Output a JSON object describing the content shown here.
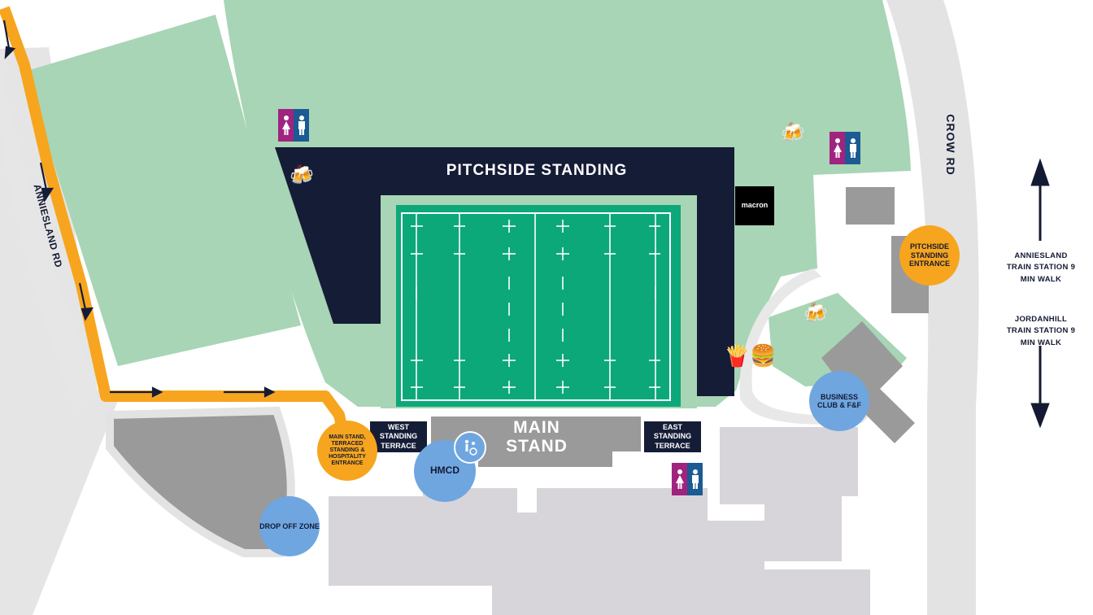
{
  "roads": {
    "anniesland": "ANNIESLAND RD",
    "crow": "CROW RD"
  },
  "stands": {
    "pitchside_standing": "PITCHSIDE STANDING",
    "main_stand": "MAIN STAND",
    "west_terrace": "WEST STANDING TERRACE",
    "east_terrace": "EAST STANDING TERRACE"
  },
  "entrances": {
    "main": "MAIN STAND, TERRACED STANDING & HOSPITALITY ENTRANCE",
    "pitchside": "PITCHSIDE STANDING ENTRANCE"
  },
  "points": {
    "business_club": "BUSINESS CLUB & F&F",
    "hmcd": "HMCD",
    "drop_off": "DROP OFF ZONE"
  },
  "shop": {
    "brand": "macron"
  },
  "directions": {
    "up": "ANNIESLAND TRAIN STATION 9 MIN WALK",
    "down": "JORDANHILL TRAIN STATION 9 MIN WALK"
  },
  "icons": {
    "toilets": "toilets-icon",
    "bar": "beer-icon",
    "food": "food-icon",
    "accessibility": "accessibility-icon",
    "arrow": "arrow-icon"
  },
  "colors": {
    "grass": "#a8d5b5",
    "pitch": "#0ca87a",
    "stand": "#151c36",
    "route": "#f7a51e",
    "info_circle": "#6fa6e0",
    "building": "#d7d5da",
    "road": "#e3e3e3"
  }
}
